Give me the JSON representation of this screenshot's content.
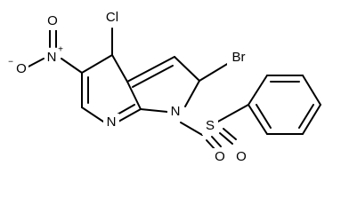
{
  "molecule": {
    "labels": {
      "chlorine": "Cl",
      "bromine": "Br",
      "nitro_nitrogen": "N",
      "nitro_plus": "+",
      "nitro_oxygen_top": "O",
      "nitro_oxygen_left": "O",
      "nitro_minus": "−",
      "pyridine_nitrogen": "N",
      "pyrrole_nitrogen": "N",
      "sulfur": "S",
      "sulfonyl_oxygen_left": "O",
      "sulfonyl_oxygen_right": "O"
    }
  },
  "colors": {
    "bond": "#000000",
    "text": "#000000",
    "background": "#ffffff"
  }
}
